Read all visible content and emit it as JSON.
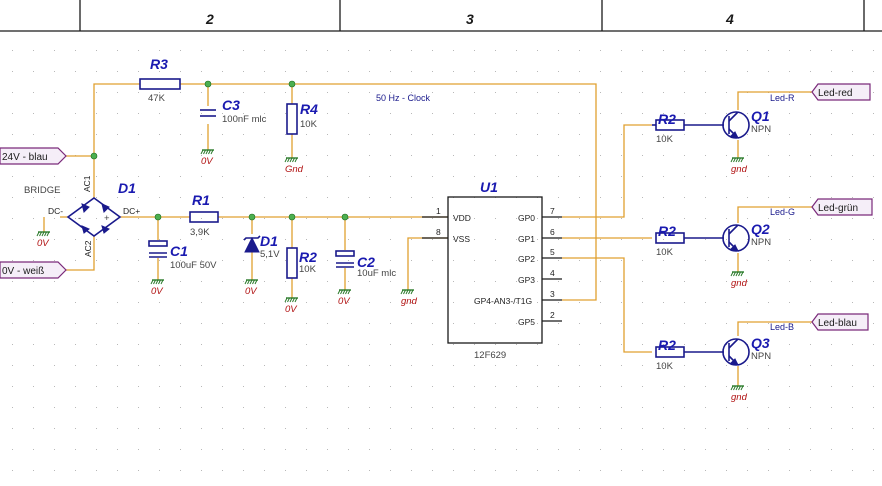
{
  "border_columns": [
    "2",
    "3",
    "4"
  ],
  "ports": {
    "in_24v": "24V - blau",
    "in_0v": "0V - weiß",
    "led_red": "Led-red",
    "led_green": "Led-grün",
    "led_blue": "Led-blau"
  },
  "net_labels": {
    "clock": "50 Hz - Clock",
    "led_r": "Led-R",
    "led_g": "Led-G",
    "led_b": "Led-B"
  },
  "components": {
    "r3": {
      "ref": "R3",
      "value": "47K"
    },
    "c3": {
      "ref": "C3",
      "value": "100nF mlc"
    },
    "r4": {
      "ref": "R4",
      "value": "10K"
    },
    "bridge": {
      "ref": "D1",
      "type": "BRIDGE",
      "pin_ac1": "AC1",
      "pin_ac2": "AC2",
      "pin_dcm": "DC-",
      "pin_dcp": "DC+"
    },
    "r1": {
      "ref": "R1",
      "value": "3,9K"
    },
    "c1": {
      "ref": "C1",
      "value": "100uF 50V"
    },
    "d1z": {
      "ref": "D1",
      "value": "5,1V"
    },
    "r2a": {
      "ref": "R2",
      "value": "10K"
    },
    "c2": {
      "ref": "C2",
      "value": "10uF mlc"
    },
    "u1": {
      "ref": "U1",
      "part": "12F629",
      "left_pins": [
        {
          "num": "1",
          "name": "VDD"
        },
        {
          "num": "8",
          "name": "VSS"
        }
      ],
      "right_pins": [
        {
          "num": "7",
          "name": "GP0"
        },
        {
          "num": "6",
          "name": "GP1"
        },
        {
          "num": "5",
          "name": "GP2"
        },
        {
          "num": "4",
          "name": "GP3"
        },
        {
          "num": "3",
          "name": "GP4-AN3-/T1G"
        },
        {
          "num": "2",
          "name": "GP5"
        }
      ]
    },
    "r2_q1": {
      "ref": "R2",
      "value": "10K"
    },
    "r2_q2": {
      "ref": "R2",
      "value": "10K"
    },
    "r2_q3": {
      "ref": "R2",
      "value": "10K"
    },
    "q1": {
      "ref": "Q1",
      "type": "NPN"
    },
    "q2": {
      "ref": "Q2",
      "type": "NPN"
    },
    "q3": {
      "ref": "Q3",
      "type": "NPN"
    }
  },
  "ground_labels": {
    "zero_v": "0V",
    "gnd_lower": "gnd",
    "gnd_cap": "Gnd"
  },
  "colors": {
    "wire": "#e0a030",
    "component": "#1a1a8c",
    "refdes": "#1a1ab0",
    "ground_text": "#b01010",
    "junction": "#4caf50",
    "port_fill": "#f5eef8",
    "port_stroke": "#7a2a7a"
  }
}
